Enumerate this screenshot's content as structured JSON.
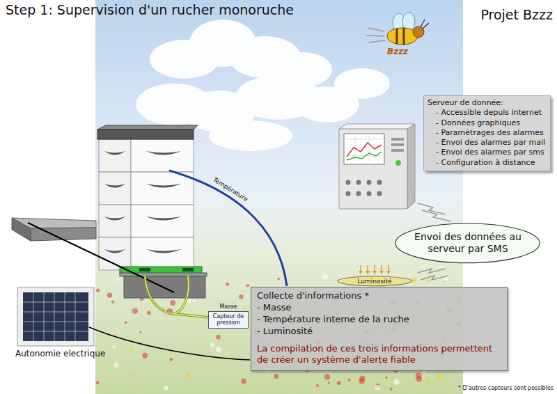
{
  "diagram": {
    "title": "Step 1: Supervision d'un rucher monoruche",
    "nodes": [
      {
        "text": [
          "Serveur de donnée:",
          "- Accessible depuis internet",
          "- Données graphiques",
          "- Paramètrages des alarmes",
          "- Envoi des alarmes par mail",
          "- Envoi des alarmes par sms",
          "- Configuration à distance"
        ]
      },
      {
        "text": [
          "Envoi des données au serveur par SMS"
        ]
      },
      {
        "text": [
          "Luminosité"
        ]
      },
      {
        "text": [
          "Collecte d'informations *",
          "- Masse",
          "- Température interne de la ruche",
          "- Luminosité",
          "La compilation de ces trois informations permettent de créer un système d'alerte fiable"
        ]
      },
      {
        "text": [
          "Masse",
          "Capteur de pression"
        ]
      }
    ],
    "labels": [
      "Projet Bzzz",
      "Bzzz",
      "Température",
      "Autonomie electrique",
      "* D'autres capteurs sont possibles"
    ]
  }
}
